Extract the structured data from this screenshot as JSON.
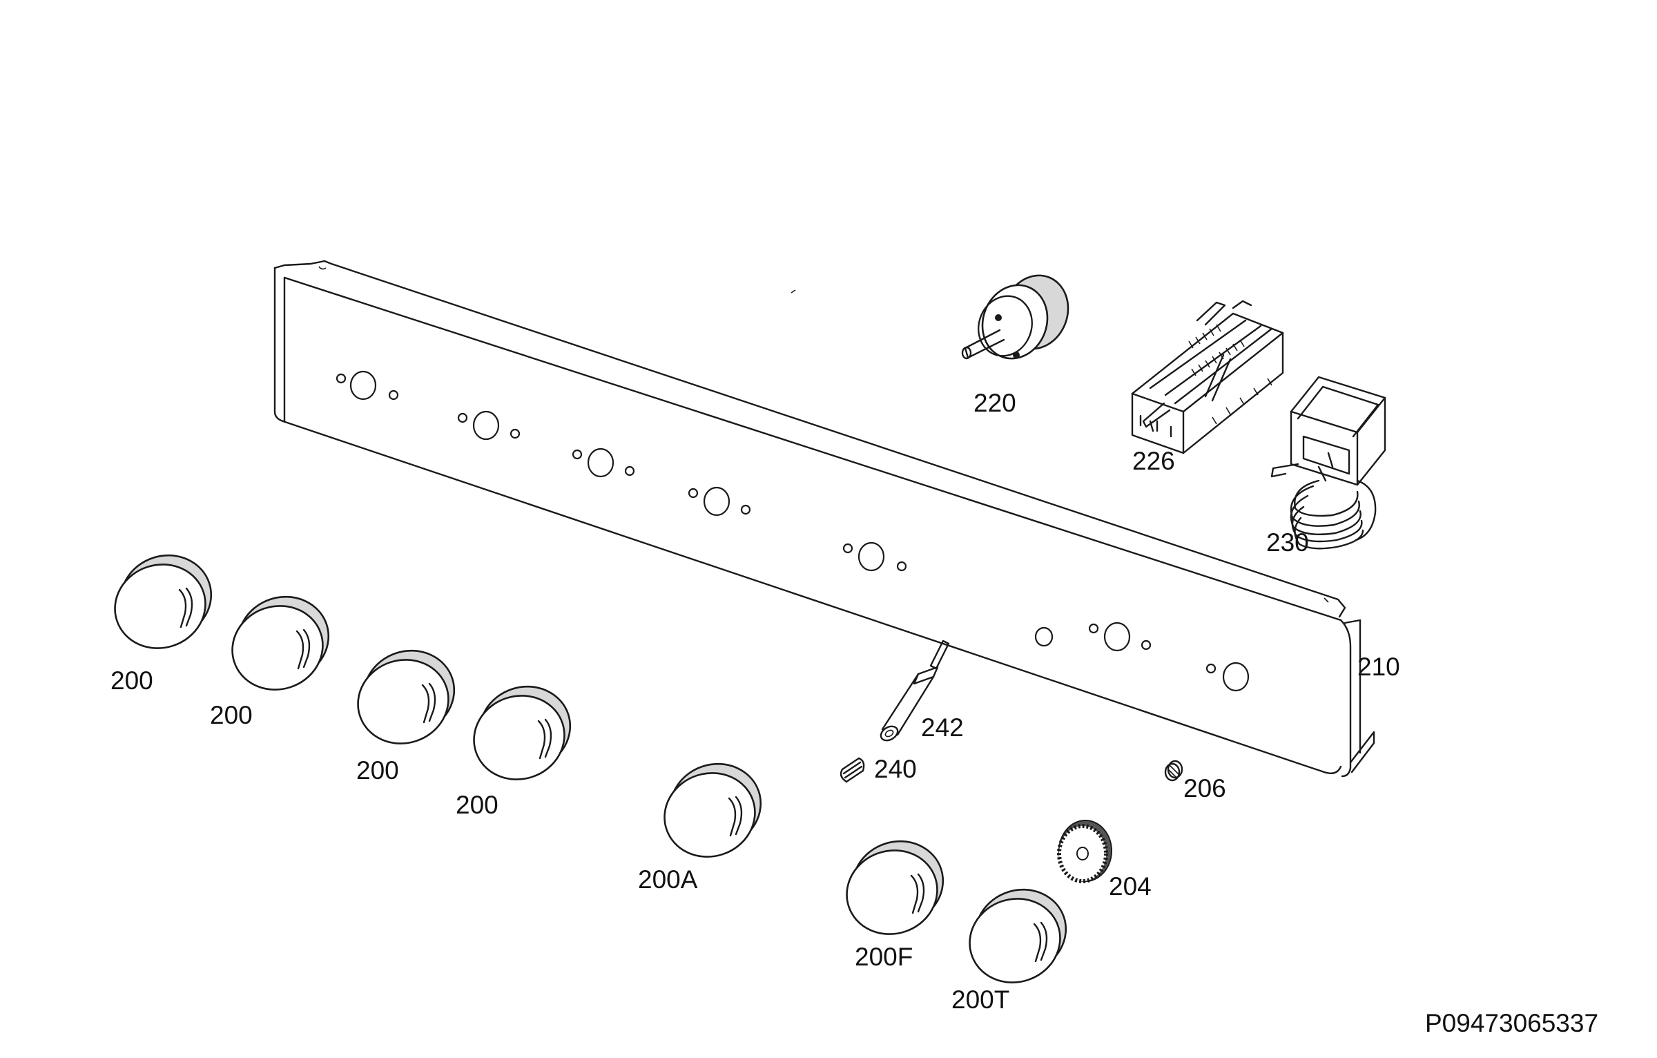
{
  "diagram": {
    "drawing_code": "P09473065337",
    "parts": [
      {
        "id": "knob-1",
        "label": "200",
        "kind": "knob"
      },
      {
        "id": "knob-2",
        "label": "200",
        "kind": "knob"
      },
      {
        "id": "knob-3",
        "label": "200",
        "kind": "knob"
      },
      {
        "id": "knob-4",
        "label": "200",
        "kind": "knob"
      },
      {
        "id": "knob-a",
        "label": "200A",
        "kind": "knob"
      },
      {
        "id": "knob-f",
        "label": "200F",
        "kind": "knob"
      },
      {
        "id": "knob-t",
        "label": "200T",
        "kind": "knob"
      },
      {
        "id": "knob-insert",
        "label": "204",
        "kind": "gear"
      },
      {
        "id": "screw",
        "label": "206",
        "kind": "screw"
      },
      {
        "id": "panel",
        "label": "210",
        "kind": "panel"
      },
      {
        "id": "switch",
        "label": "220",
        "kind": "switch"
      },
      {
        "id": "selector",
        "label": "226",
        "kind": "selector"
      },
      {
        "id": "thermostat",
        "label": "230",
        "kind": "thermostat"
      },
      {
        "id": "spring",
        "label": "240",
        "kind": "spring"
      },
      {
        "id": "lamp",
        "label": "242",
        "kind": "lamp"
      }
    ]
  }
}
